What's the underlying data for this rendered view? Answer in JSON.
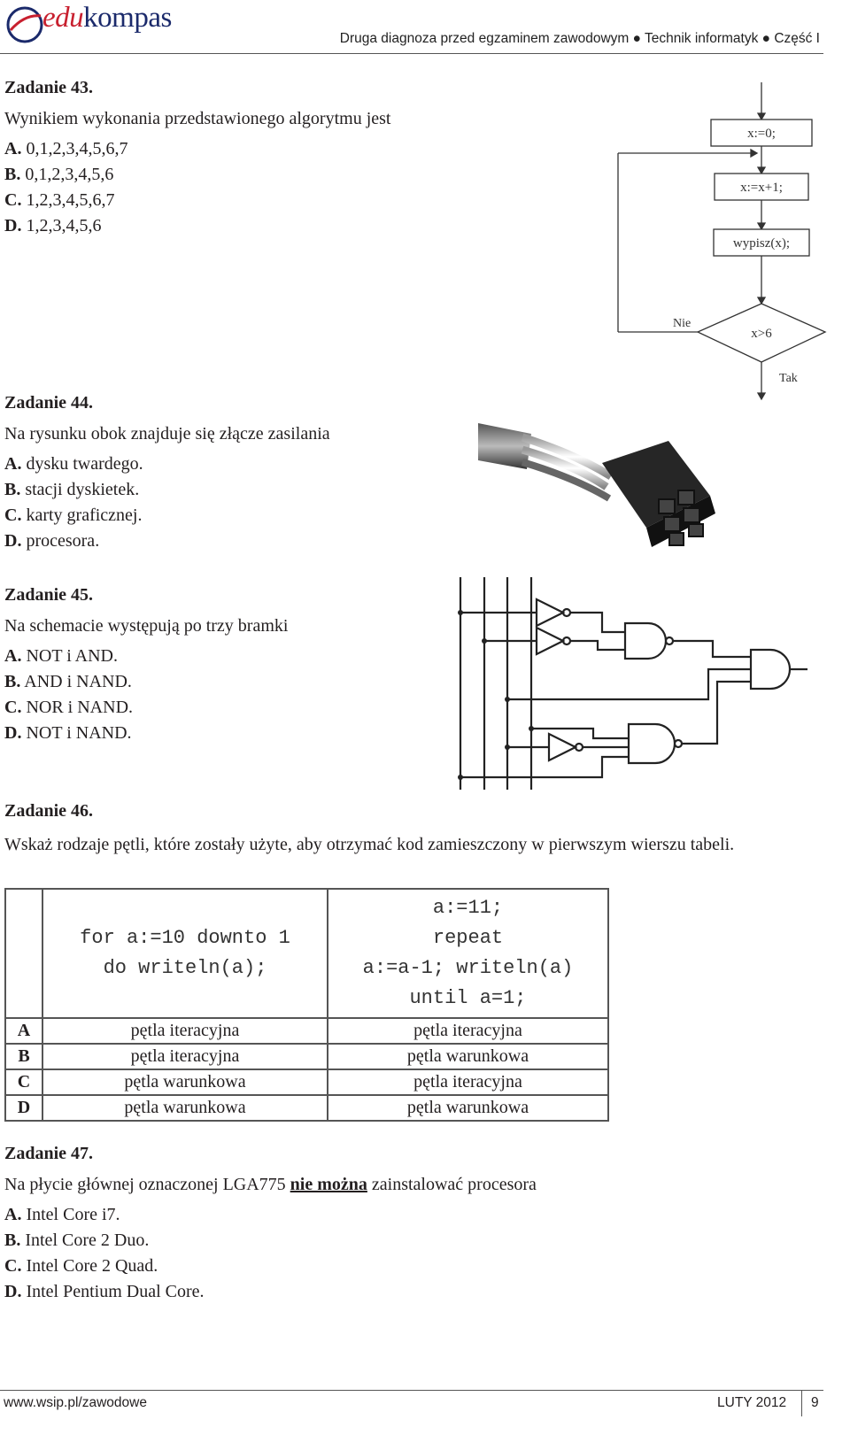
{
  "header": {
    "logo_edu": "edu",
    "logo_kompas": "kompas",
    "title": "Druga diagnoza przed egzaminem zawodowym ● Technik informatyk ● Część I"
  },
  "task43": {
    "title": "Zadanie 43.",
    "question": "Wynikiem wykonania przedstawionego algorytmu jest",
    "options": [
      {
        "letter": "A.",
        "text": "0,1,2,3,4,5,6,7"
      },
      {
        "letter": "B.",
        "text": "0,1,2,3,4,5,6"
      },
      {
        "letter": "C.",
        "text": "1,2,3,4,5,6,7"
      },
      {
        "letter": "D.",
        "text": "1,2,3,4,5,6"
      }
    ],
    "flowchart": {
      "box1": "x:=0;",
      "box2": "x:=x+1;",
      "box3": "wypisz(x);",
      "decision": "x>6",
      "no_label": "Nie",
      "yes_label": "Tak"
    }
  },
  "task44": {
    "title": "Zadanie 44.",
    "question": "Na rysunku obok znajduje się złącze zasilania",
    "options": [
      {
        "letter": "A.",
        "text": "dysku twardego."
      },
      {
        "letter": "B.",
        "text": "stacji dyskietek."
      },
      {
        "letter": "C.",
        "text": "karty graficznej."
      },
      {
        "letter": "D.",
        "text": "procesora."
      }
    ]
  },
  "task45": {
    "title": "Zadanie 45.",
    "question": "Na schemacie występują po trzy bramki",
    "options": [
      {
        "letter": "A.",
        "text": "NOT i AND."
      },
      {
        "letter": "B.",
        "text": "AND i NAND."
      },
      {
        "letter": "C.",
        "text": "NOR i NAND."
      },
      {
        "letter": "D.",
        "text": "NOT i NAND."
      }
    ]
  },
  "task46": {
    "title": "Zadanie 46.",
    "question": "Wskaż rodzaje pętli, które zostały użyte, aby otrzymać kod zamieszczony w pierwszym wierszu tabeli.",
    "code1": [
      "for a:=10 downto 1",
      "do writeln(a);"
    ],
    "code2": [
      "a:=11;",
      "repeat",
      "a:=a-1; writeln(a)",
      "until a=1;"
    ],
    "rows": [
      {
        "label": "A",
        "c1": "pętla iteracyjna",
        "c2": "pętla iteracyjna"
      },
      {
        "label": "B",
        "c1": "pętla iteracyjna",
        "c2": "pętla warunkowa"
      },
      {
        "label": "C",
        "c1": "pętla warunkowa",
        "c2": "pętla iteracyjna"
      },
      {
        "label": "D",
        "c1": "pętla warunkowa",
        "c2": "pętla warunkowa"
      }
    ]
  },
  "task47": {
    "title": "Zadanie 47.",
    "question_pre": "Na płycie głównej oznaczonej LGA775 ",
    "question_emph": "nie można",
    "question_post": " zainstalować procesora",
    "options": [
      {
        "letter": "A.",
        "text": "Intel Core i7."
      },
      {
        "letter": "B.",
        "text": "Intel Core 2 Duo."
      },
      {
        "letter": "C.",
        "text": "Intel Core 2 Quad."
      },
      {
        "letter": "D.",
        "text": "Intel Pentium Dual Core."
      }
    ]
  },
  "footer": {
    "url": "www.wsip.pl/zawodowe",
    "date": "LUTY 2012",
    "page": "9"
  }
}
